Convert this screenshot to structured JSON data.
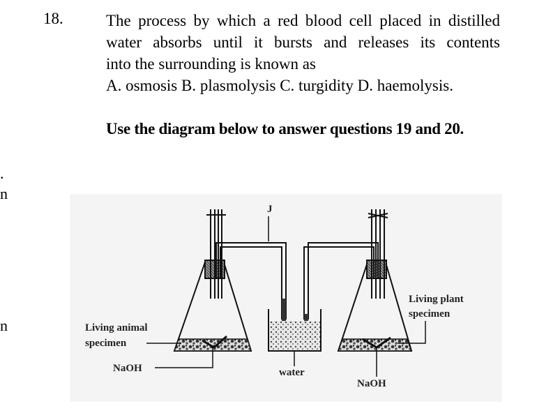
{
  "question": {
    "number": "18.",
    "lines": [
      "The process by which a red blood cell placed in distilled",
      "water absorbs until it bursts and releases its contents",
      "into the surrounding is known as",
      "A. osmosis B. plasmolysis C. turgidity D.  haemolysis."
    ]
  },
  "instruction": "Use the diagram below to answer questions 19 and 20.",
  "margin_fragments": [
    ".",
    "n",
    "n"
  ],
  "diagram": {
    "label_j": "J",
    "label_animal_line1": "Living animal",
    "label_animal_line2": "specimen",
    "label_naoh_left": "NaOH",
    "label_water": "water",
    "label_naoh_right": "NaOH",
    "label_plant_line1": "Living plant",
    "label_plant_line2": "specimen"
  }
}
